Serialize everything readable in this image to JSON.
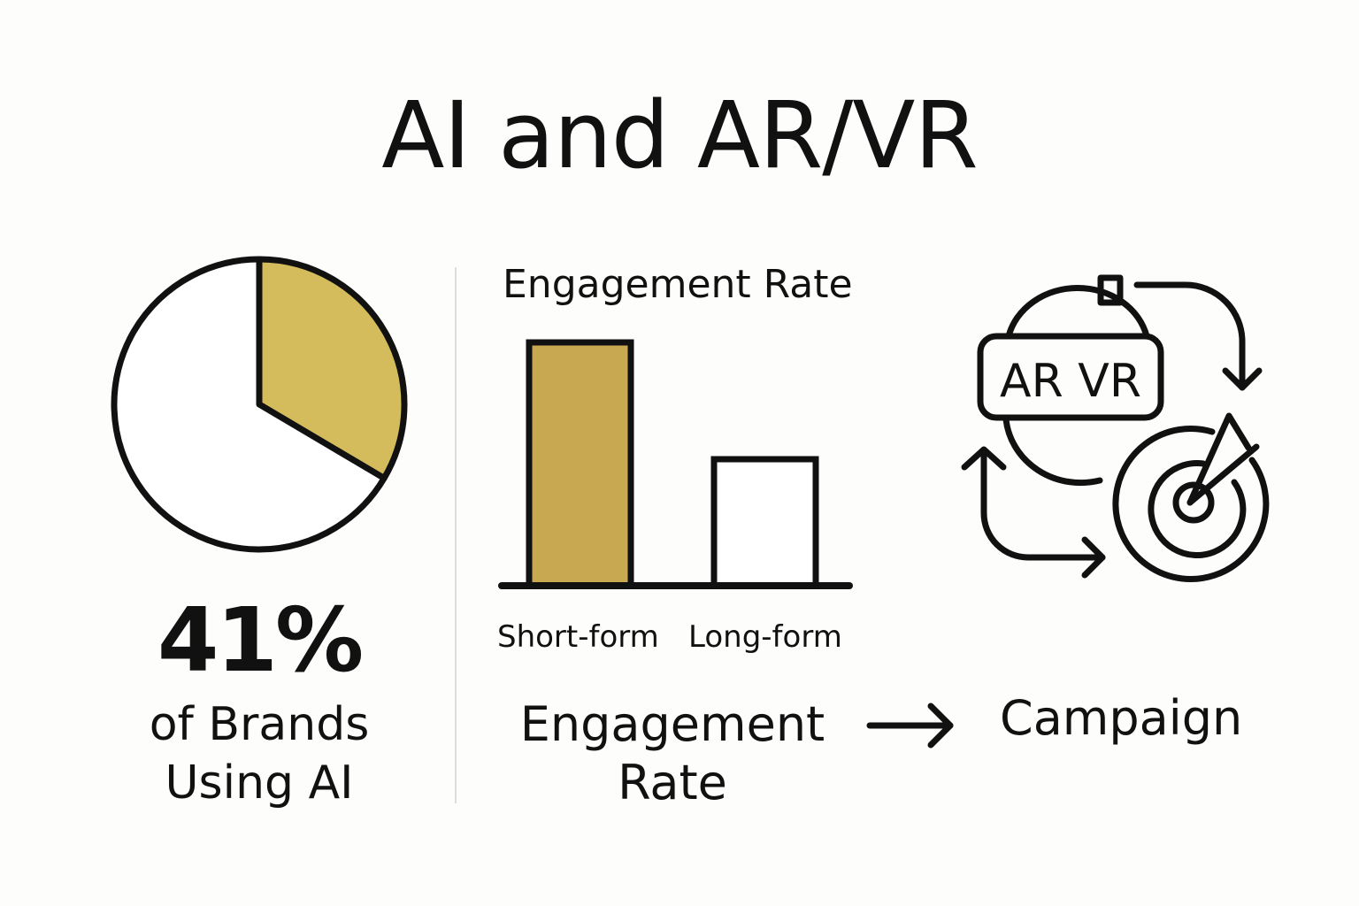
{
  "title": "AI and AR/VR",
  "ai_stat": {
    "value": "41%",
    "label_line1": "of Brands",
    "label_line2": "Using AI"
  },
  "chart_data": [
    {
      "type": "pie",
      "slices": [
        {
          "fraction": 0.335,
          "color": "#d4bc5c"
        },
        {
          "fraction": 0.665,
          "color": "#ffffff"
        }
      ]
    },
    {
      "type": "bar",
      "title": "Engagement Rate",
      "categories": [
        "Short-form",
        "Long-form"
      ],
      "values": [
        1.0,
        0.52
      ],
      "colors": [
        "#c9a852",
        "#ffffff"
      ],
      "grid": false
    }
  ],
  "flow": {
    "from_line1": "Engagement",
    "from_line2": "Rate",
    "arrow_icon": "arrow-right-icon",
    "to": "Campaign"
  },
  "icon": {
    "name": "ar-vr-headset-target-cycle-icon",
    "headset_text": "AR VR"
  },
  "colors": {
    "accent": "#c9a852",
    "stroke": "#111111",
    "background": "#fdfdfb"
  }
}
